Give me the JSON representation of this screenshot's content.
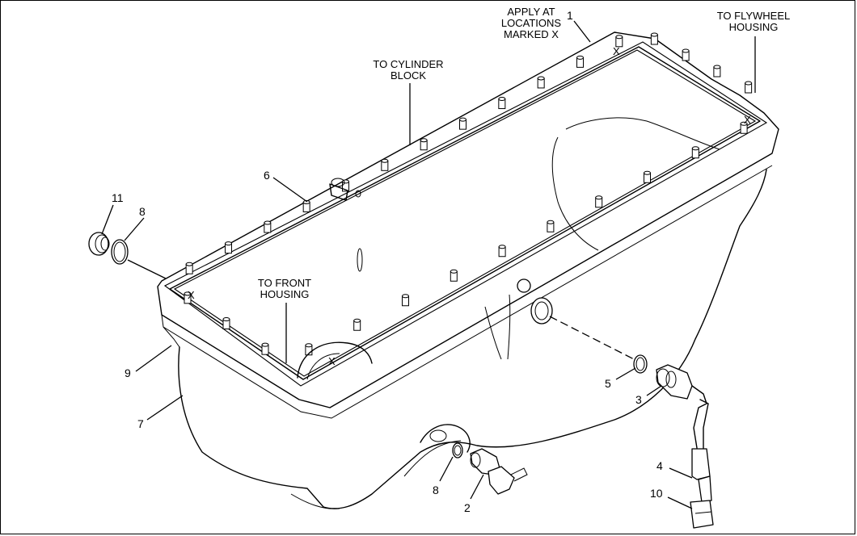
{
  "callouts": {
    "sealant_line1": "APPLY AT",
    "sealant_line2": "LOCATIONS",
    "sealant_line3": "MARKED X",
    "flywheel_line1": "TO FLYWHEEL",
    "flywheel_line2": "HOUSING",
    "cylinder_line1": "TO CYLINDER",
    "cylinder_line2": "BLOCK",
    "front_line1": "TO FRONT",
    "front_line2": "HOUSING"
  },
  "markers": {
    "x1": "X",
    "x2": "X",
    "x3": "X",
    "x4": "X"
  },
  "parts": {
    "p1": "1",
    "p2": "2",
    "p3": "3",
    "p4": "4",
    "p5": "5",
    "p6": "6",
    "p7": "7",
    "p8a": "8",
    "p8b": "8",
    "p9": "9",
    "p10": "10",
    "p11": "11"
  }
}
